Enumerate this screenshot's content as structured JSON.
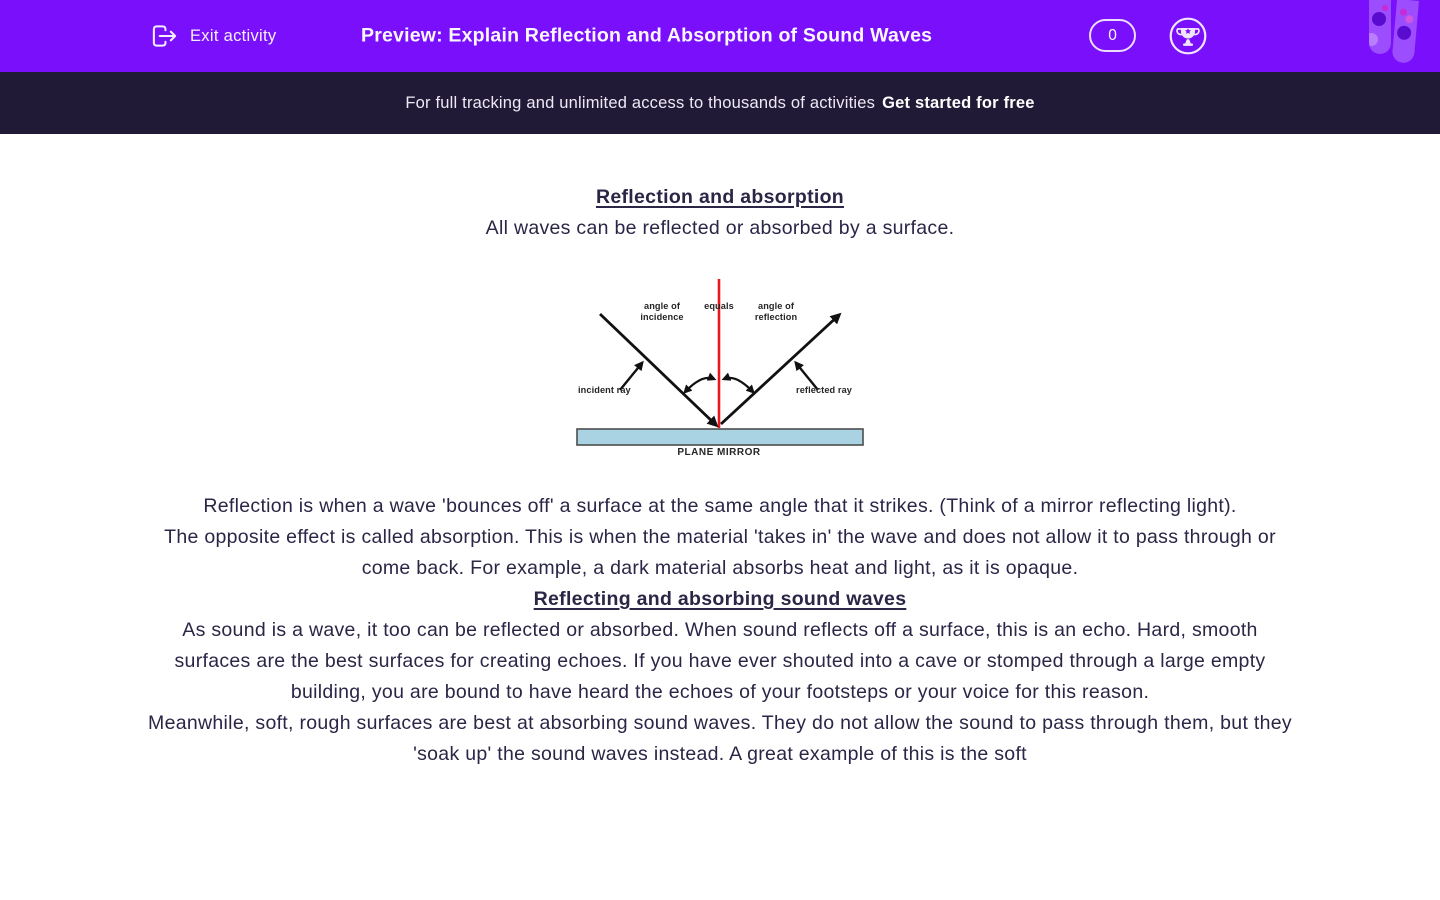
{
  "header": {
    "exit_label": "Exit activity",
    "title": "Preview: Explain Reflection and Absorption of Sound Waves",
    "score": "0",
    "colors": {
      "background": "#7a0ffc",
      "text": "#ffffff"
    }
  },
  "banner": {
    "text": "For full tracking and unlimited access to thousands of activities",
    "cta": "Get started for free",
    "colors": {
      "background": "#211a36",
      "text": "#efe9f6"
    }
  },
  "content": {
    "section1": {
      "heading": "Reflection and absorption",
      "intro": "All waves can be reflected or absorbed by a surface.",
      "para_reflection": "Reflection is when a wave 'bounces off' a surface at the same angle that it strikes. (Think of a mirror reflecting light).",
      "para_absorption": "The opposite effect is called absorption. This is when the material 'takes in' the wave and does not allow it to pass through or come back. For example, a dark material absorbs heat and light, as it is opaque."
    },
    "section2": {
      "heading": "Reflecting and absorbing sound waves",
      "para_echo": "As sound is a wave, it too can be reflected or absorbed. When sound reflects off a surface, this is an echo. Hard, smooth surfaces are the best surfaces for creating echoes. If you have ever shouted into a cave or stomped through a large empty building, you are bound to have heard the echoes of your footsteps or your voice for this reason.",
      "para_absorbing": "Meanwhile, soft, rough surfaces are best at absorbing sound waves. They do not allow the sound to pass through them, but they 'soak up' the sound waves instead. A great example of this is the soft"
    }
  },
  "diagram": {
    "labels": {
      "angle_of": "angle of",
      "incidence": "incidence",
      "equals": "equals",
      "reflection": "reflection",
      "incident_ray": "incident ray",
      "reflected_ray": "reflected ray",
      "plane_mirror": "PLANE MIRROR"
    },
    "colors": {
      "normal_line": "#e8191c",
      "mirror_fill": "#a9d2e3",
      "ray": "#111111"
    }
  }
}
